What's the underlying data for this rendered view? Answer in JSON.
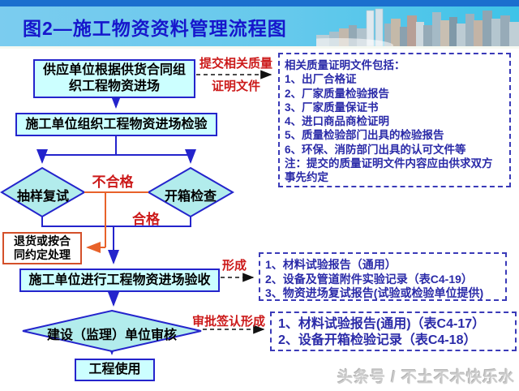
{
  "title": "图2—施工物资资料管理流程图",
  "flow": {
    "supply_box": {
      "line1": "供应单位根据供货合同组",
      "line2": "织工程物资进场"
    },
    "inspect_box": "施工单位组织工程物资进场检验",
    "sampling_diamond": "抽样复试",
    "unboxing_diamond": "开箱检查",
    "fail_label": "不合格",
    "pass_label": "合格",
    "return_box": {
      "line1": "退货或按合",
      "line2": "同约定处理"
    },
    "acceptance_box": "施工单位进行工程物资进场验收",
    "review_diamond": "建设（监理）单位审核",
    "use_box": "工程使用",
    "submit_label": {
      "line1": "提交相关质量",
      "line2": "证明文件"
    },
    "form_label": "形成",
    "approve_form_label": "审批签认形成"
  },
  "panels": {
    "quality_docs": {
      "lines": [
        "相关质量证明文件包括：",
        "1、出厂合格证",
        "2、厂家质量检验报告",
        "3、厂家质量保证书",
        "4、进口商品商检证明",
        "5、质量检验部门出具的检验报告",
        "6、环保、消防部门出具的认可文件等",
        "注：提交的质量证明文件内容应由供求双方",
        "事先约定"
      ]
    },
    "acceptance_docs": {
      "lines": [
        "1、材料试验报告（通用）",
        "2、设备及管道附件实验记录（表C4-19）",
        "3、物资进场复试报告(试验或检验单位提供)"
      ]
    },
    "approval_docs": {
      "lines": [
        "1、材料试验报告(通用)（表C4-17）",
        "2、设备开箱检验记录（表C4-18）"
      ]
    }
  },
  "watermark": "头条号 / 不土不木快乐水",
  "colors": {
    "accent_blue": "#2424cc",
    "box_fill": "#ccffff",
    "diamond_fill": "#b2ecec",
    "label_red": "#cc1a1a",
    "reject_orange": "#e8622a",
    "panel_text": "#2a2aa8",
    "title_blue": "#1616cc",
    "header_bg": "#66c9ec",
    "top_strip": "#1b6fce"
  }
}
